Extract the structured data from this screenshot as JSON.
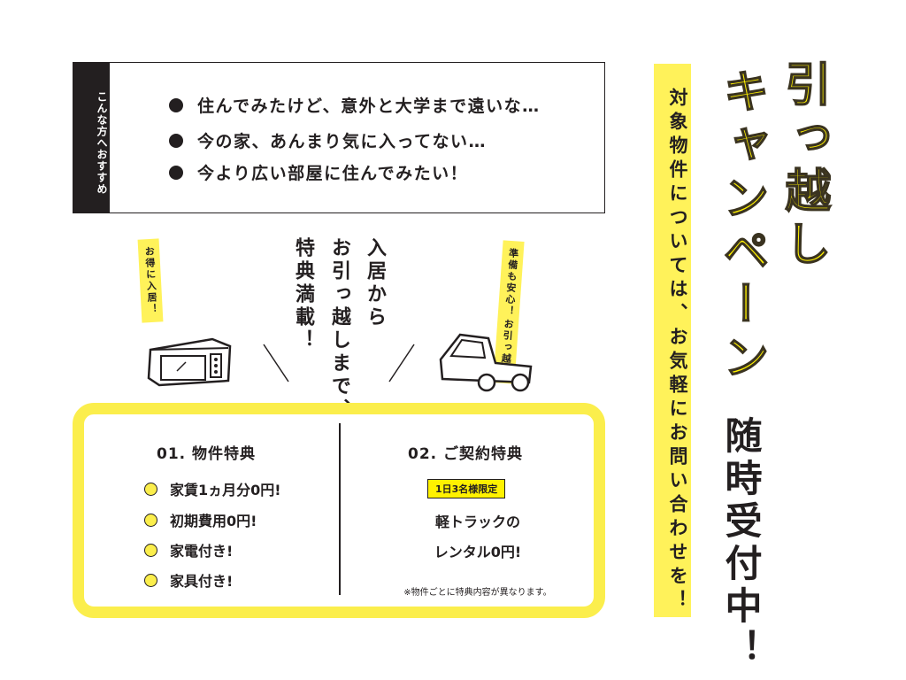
{
  "recommend": {
    "label": "こんな方へおすすめ",
    "items": [
      "住んでみたけど、意外と大学まで遠いな…",
      "今の家、あんまり気に入ってない…",
      "今より広い部屋に住んでみたい！"
    ]
  },
  "stickers": {
    "left": "お得に入居！",
    "right_line1": "お引っ越し",
    "right_line2": "準備も安心！"
  },
  "center": {
    "line1": "入居から",
    "line2": "お引っ越しまで、",
    "line3": "特典満載！"
  },
  "benefits": {
    "property": {
      "title": "01. 物件特典",
      "items": [
        "家賃1ヵ月分0円!",
        "初期費用0円!",
        "家電付き!",
        "家具付き!"
      ]
    },
    "contract": {
      "title": "02. ご契約特典",
      "badge": "1日3名様限定",
      "line1": "軽トラックの",
      "line2": "レンタル0円!",
      "note": "※物件ごとに特典内容が異なります。"
    }
  },
  "strip": "対象物件については、お気軽にお問い合わせを！",
  "title": {
    "line1": "引っ越し",
    "line2": "キャンペーン",
    "sub": "随時受付中！"
  },
  "colors": {
    "yellow": "#fff25a",
    "dark": "#231f20"
  }
}
